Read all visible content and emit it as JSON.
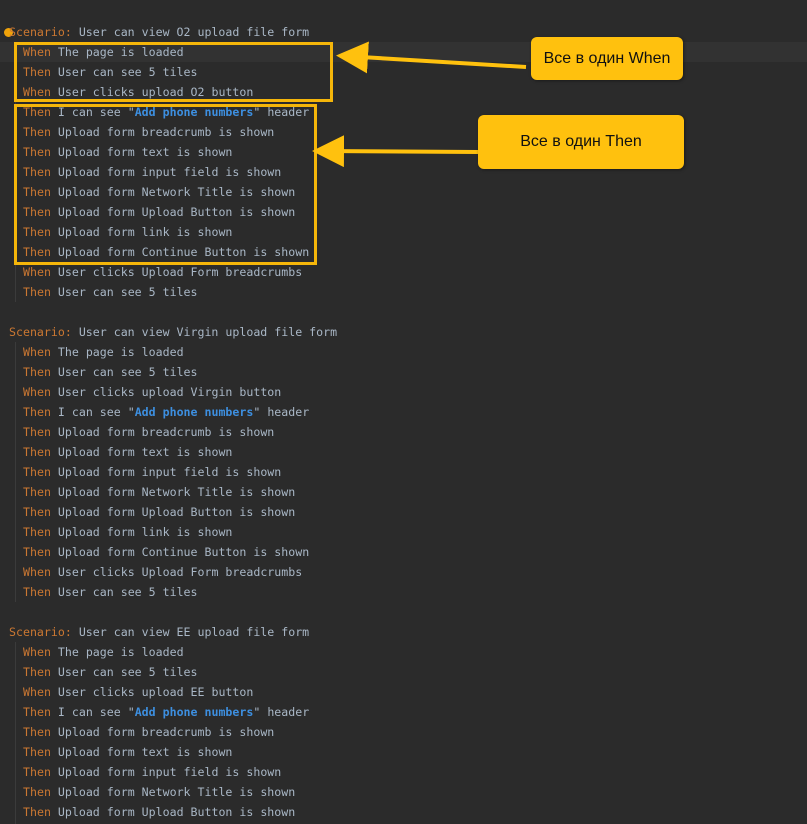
{
  "keywords": {
    "scenario": "Scenario",
    "when": "When",
    "then": "Then"
  },
  "scenarios": [
    {
      "title": "User can view O2 upload file form",
      "steps": [
        {
          "kw": "When",
          "text": "The page is loaded"
        },
        {
          "kw": "Then",
          "text": "User can see 5 tiles"
        },
        {
          "kw": "When",
          "text": "User clicks upload O2 button"
        },
        {
          "kw": "Then",
          "pre": "I can see \"",
          "str": "Add phone numbers",
          "post": "\" header"
        },
        {
          "kw": "Then",
          "text": "Upload form breadcrumb is shown"
        },
        {
          "kw": "Then",
          "text": "Upload form text is shown"
        },
        {
          "kw": "Then",
          "text": "Upload form input field is shown"
        },
        {
          "kw": "Then",
          "text": "Upload form Network Title is shown"
        },
        {
          "kw": "Then",
          "text": "Upload form Upload Button is shown"
        },
        {
          "kw": "Then",
          "text": "Upload form link is shown"
        },
        {
          "kw": "Then",
          "text": "Upload form Continue Button is shown"
        },
        {
          "kw": "When",
          "text": "User clicks Upload Form breadcrumbs"
        },
        {
          "kw": "Then",
          "text": "User can see 5 tiles"
        }
      ]
    },
    {
      "title": "User can view Virgin upload file form",
      "steps": [
        {
          "kw": "When",
          "text": "The page is loaded"
        },
        {
          "kw": "Then",
          "text": "User can see 5 tiles"
        },
        {
          "kw": "When",
          "text": "User clicks upload Virgin button"
        },
        {
          "kw": "Then",
          "pre": "I can see \"",
          "str": "Add phone numbers",
          "post": "\" header"
        },
        {
          "kw": "Then",
          "text": "Upload form breadcrumb is shown"
        },
        {
          "kw": "Then",
          "text": "Upload form text is shown"
        },
        {
          "kw": "Then",
          "text": "Upload form input field is shown"
        },
        {
          "kw": "Then",
          "text": "Upload form Network Title is shown"
        },
        {
          "kw": "Then",
          "text": "Upload form Upload Button is shown"
        },
        {
          "kw": "Then",
          "text": "Upload form link is shown"
        },
        {
          "kw": "Then",
          "text": "Upload form Continue Button is shown"
        },
        {
          "kw": "When",
          "text": "User clicks Upload Form breadcrumbs"
        },
        {
          "kw": "Then",
          "text": "User can see 5 tiles"
        }
      ]
    },
    {
      "title": "User can view EE upload file form",
      "steps": [
        {
          "kw": "When",
          "text": "The page is loaded"
        },
        {
          "kw": "Then",
          "text": "User can see 5 tiles"
        },
        {
          "kw": "When",
          "text": "User clicks upload EE button"
        },
        {
          "kw": "Then",
          "pre": "I can see \"",
          "str": "Add phone numbers",
          "post": "\" header"
        },
        {
          "kw": "Then",
          "text": "Upload form breadcrumb is shown"
        },
        {
          "kw": "Then",
          "text": "Upload form text is shown"
        },
        {
          "kw": "Then",
          "text": "Upload form input field is shown"
        },
        {
          "kw": "Then",
          "text": "Upload form Network Title is shown"
        },
        {
          "kw": "Then",
          "text": "Upload form Upload Button is shown"
        }
      ]
    }
  ],
  "annotations": {
    "when_callout": "Все в один When",
    "then_callout": "Все в один Then"
  },
  "colors": {
    "background": "#2b2b2b",
    "keyword": "#cc7832",
    "text": "#a9b7c6",
    "string": "#3d8fe0",
    "annotation": "#ffc10e"
  }
}
